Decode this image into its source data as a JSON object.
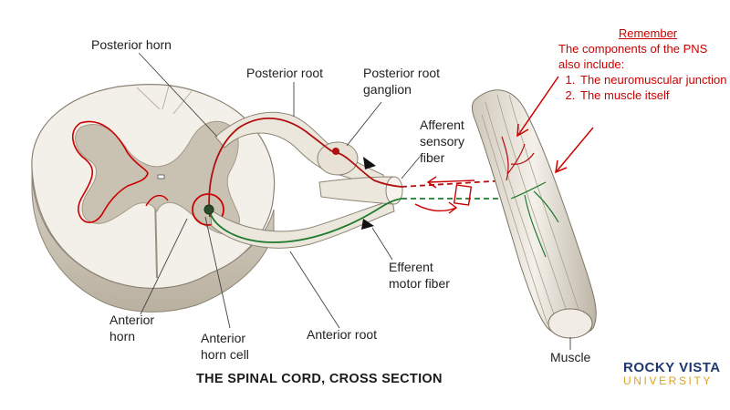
{
  "labels": {
    "posterior_horn": "Posterior horn",
    "posterior_root": "Posterior root",
    "posterior_root_ganglion": "Posterior root\nganglion",
    "afferent_sensory_fiber": "Afferent\nsensory\nfiber",
    "efferent_motor_fiber": "Efferent\nmotor fiber",
    "anterior_horn": "Anterior\nhorn",
    "anterior_horn_cell": "Anterior\nhorn cell",
    "anterior_root": "Anterior root",
    "muscle": "Muscle"
  },
  "caption": "THE SPINAL CORD, CROSS SECTION",
  "note": {
    "title": "Remember",
    "intro": "The components of the PNS also include:",
    "items": [
      "The neuromuscular junction",
      "The muscle itself"
    ]
  },
  "logo": {
    "line1": "ROCKY VISTA",
    "line2": "UNIVERSITY"
  },
  "colors": {
    "annotation_red": "#cc0000",
    "sensory_nerve": "#b01010",
    "motor_nerve": "#1f7a2e",
    "logo_blue": "#1f3a6e",
    "logo_gold": "#d9a227"
  }
}
